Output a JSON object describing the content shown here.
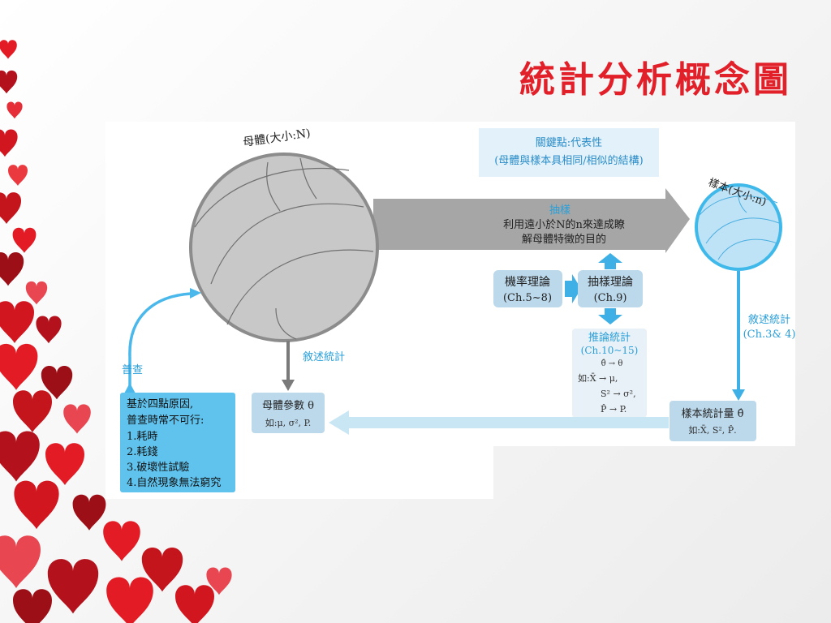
{
  "slide": {
    "title": "統計分析概念圖"
  },
  "diagram": {
    "population_label": "母體(大小:N)",
    "sample_label": "樣本(大小:n)",
    "key_point": {
      "line1": "關鍵點:代表性",
      "line2": "(母體與樣本具相同/相似的結構)"
    },
    "sampling_arrow": {
      "title": "抽樣",
      "line1": "利用遠小於N的n來達成瞭",
      "line2": "解母體特徵的目的"
    },
    "probability_box": {
      "line1": "機率理論",
      "line2": "(Ch.5~8)"
    },
    "sampling_theory_box": {
      "line1": "抽樣理論",
      "line2": "(Ch.9)"
    },
    "inferential_box": {
      "line1": "推論統計",
      "line2": "(Ch.10~15)",
      "f1": "θ̂ → θ",
      "f2": "如:X̄ → μ,",
      "f3": "S² → σ²,",
      "f4": "P̂ → P."
    },
    "descriptive_right": {
      "line1": "敘述統計",
      "line2": "(Ch.3& 4)"
    },
    "descriptive_left": "敘述統計",
    "census_label": "普查",
    "population_params_box": {
      "line1": "母體參數 θ",
      "line2": "如:μ, σ², P."
    },
    "sample_stats_box": {
      "line1": "樣本統計量 θ̂",
      "line2": "如:X̄, S², P̂."
    },
    "census_reasons_box": {
      "line1": "基於四點原因,",
      "line2": "普查時常不可行:",
      "item1": "1.耗時",
      "item2": "2.耗錢",
      "item3": "3.破壞性試驗",
      "item4": "4.自然現象無法窮究"
    },
    "colors": {
      "population_fill": "#c8c8c8",
      "population_stroke": "#8c8c8c",
      "sample_fill": "#bfe3f6",
      "sample_stroke": "#3fb8ea",
      "box_fill": "#bcd9ec",
      "arrow_gray": "#a6a6a6",
      "arrow_blue": "#3fb0e6",
      "light_arrow": "#c9e6f4",
      "accent_text": "#2a9fd8",
      "title_red": "#e2202a",
      "census_box": "#5fc3ee"
    }
  }
}
